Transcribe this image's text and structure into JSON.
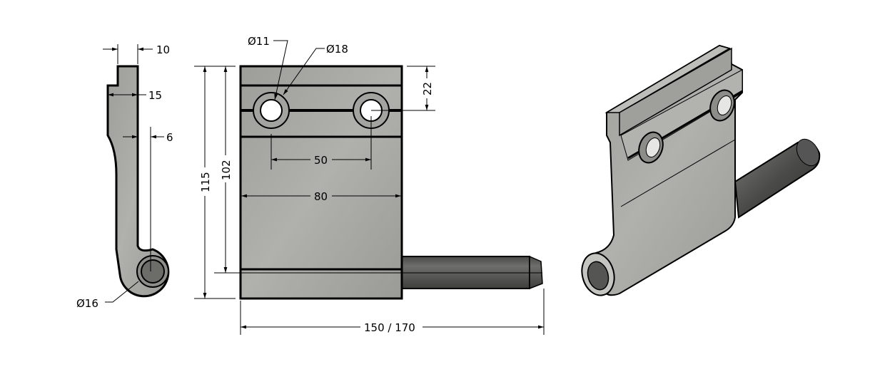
{
  "drawing": {
    "side_view": {
      "dim_thickness": "10",
      "dim_step": "15",
      "dim_offset": "6",
      "dim_pin_diameter": "Ø16"
    },
    "front_view": {
      "dim_hole_diameter": "Ø11",
      "dim_counterbore_diameter": "Ø18",
      "dim_height_total": "115",
      "dim_height_plate": "102",
      "dim_hole_offset": "22",
      "dim_hole_spacing": "50",
      "dim_width": "80",
      "dim_overall_length": "150 / 170"
    }
  },
  "colors": {
    "plate": "#a8a8a4",
    "pin": "#5a5a58",
    "line": "#000000"
  }
}
